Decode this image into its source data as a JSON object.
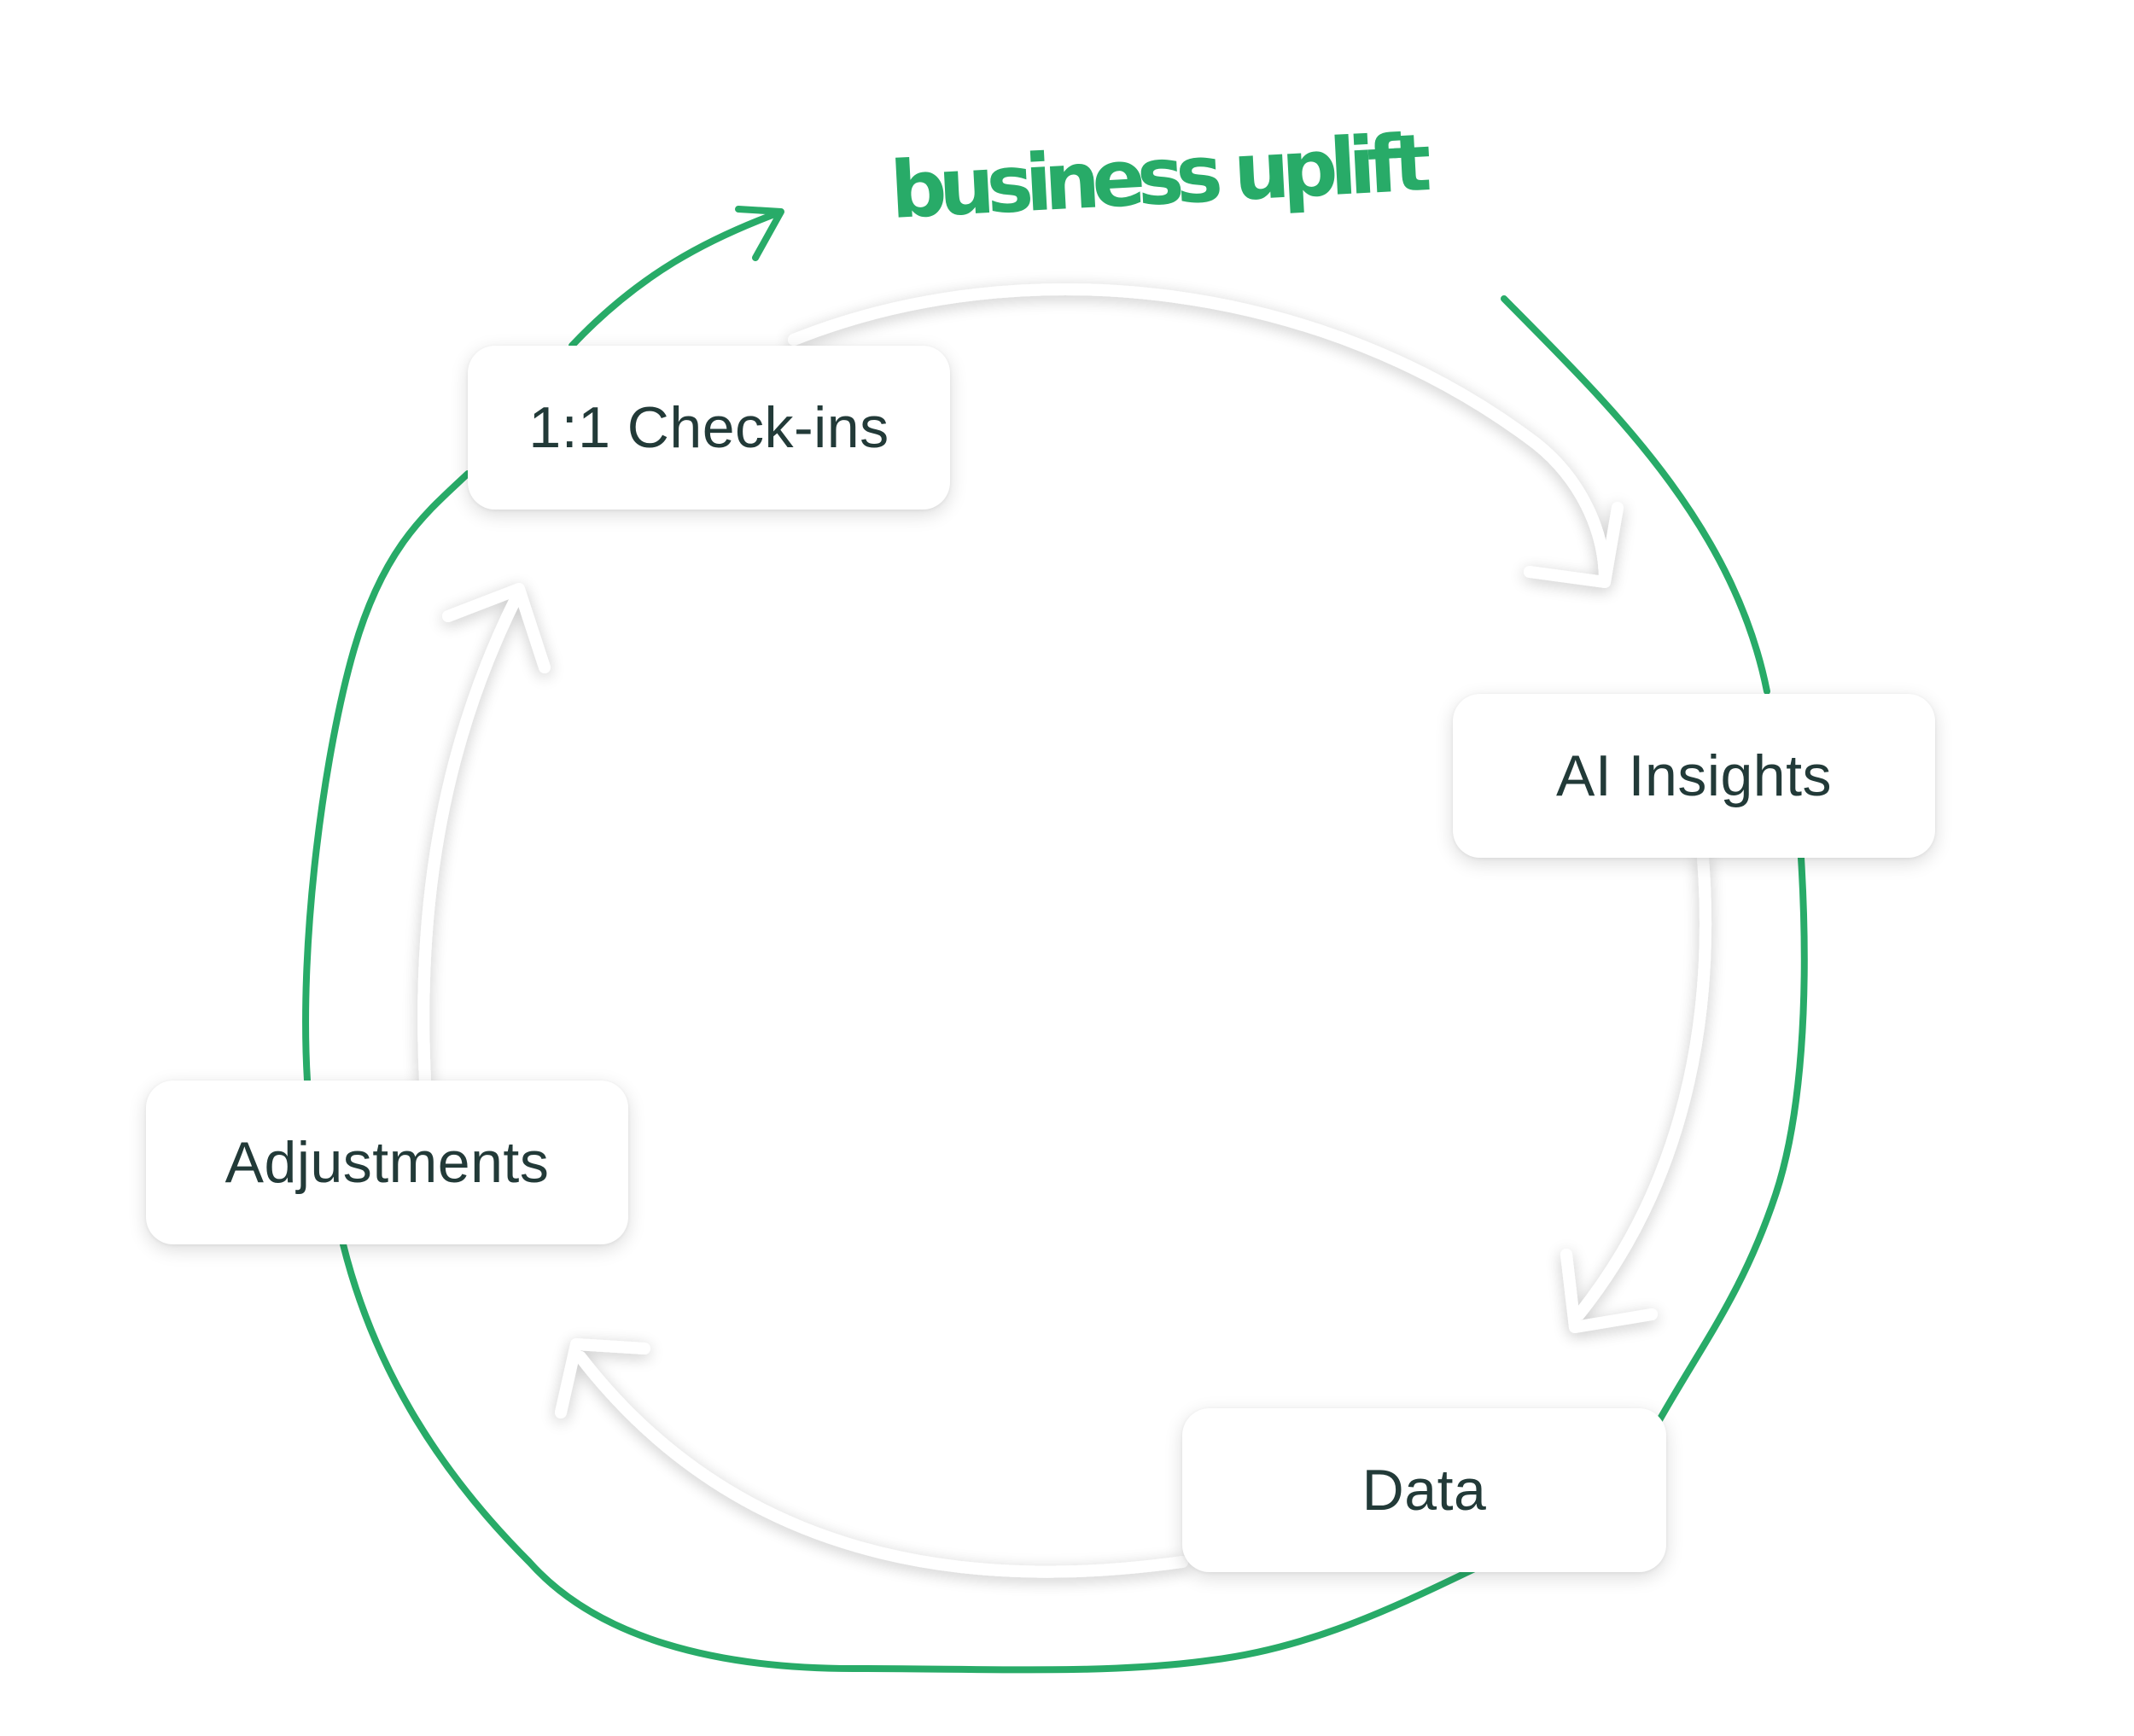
{
  "diagram": {
    "type": "cycle",
    "annotation": "business uplift",
    "colors": {
      "accent_green": "#28ab68",
      "node_text": "#223a38",
      "inner_loop": "#ffffff",
      "background": "#ffffff"
    },
    "nodes": [
      {
        "id": "checkins",
        "label": "1:1 Check-ins"
      },
      {
        "id": "insights",
        "label": "AI Insights"
      },
      {
        "id": "data",
        "label": "Data"
      },
      {
        "id": "adjustments",
        "label": "Adjustments"
      }
    ],
    "flow": [
      "checkins",
      "insights",
      "data",
      "adjustments",
      "checkins"
    ]
  }
}
